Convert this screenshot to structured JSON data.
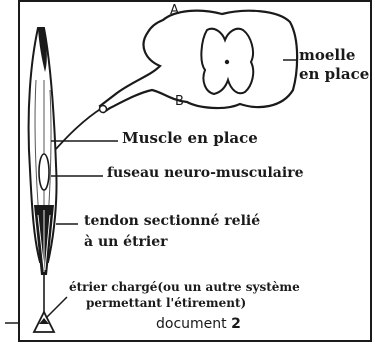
{
  "diagram": {
    "labels": {
      "top_a": "A",
      "bottom_b": "B",
      "moelle_line1": "moelle",
      "moelle_line2": "en place",
      "muscle": "Muscle en place",
      "fuseau": "fuseau neuro-musculaire",
      "tendon_line1": "tendon sectionné relié",
      "tendon_line2": "à un étrier",
      "etrier_line1": "étrier chargé(ou un autre système",
      "etrier_line2": "permettant l'étirement)",
      "caption_text": "document",
      "caption_number": "2"
    },
    "colors": {
      "ink": "#1a1a1a",
      "paper": "#ffffff"
    }
  }
}
